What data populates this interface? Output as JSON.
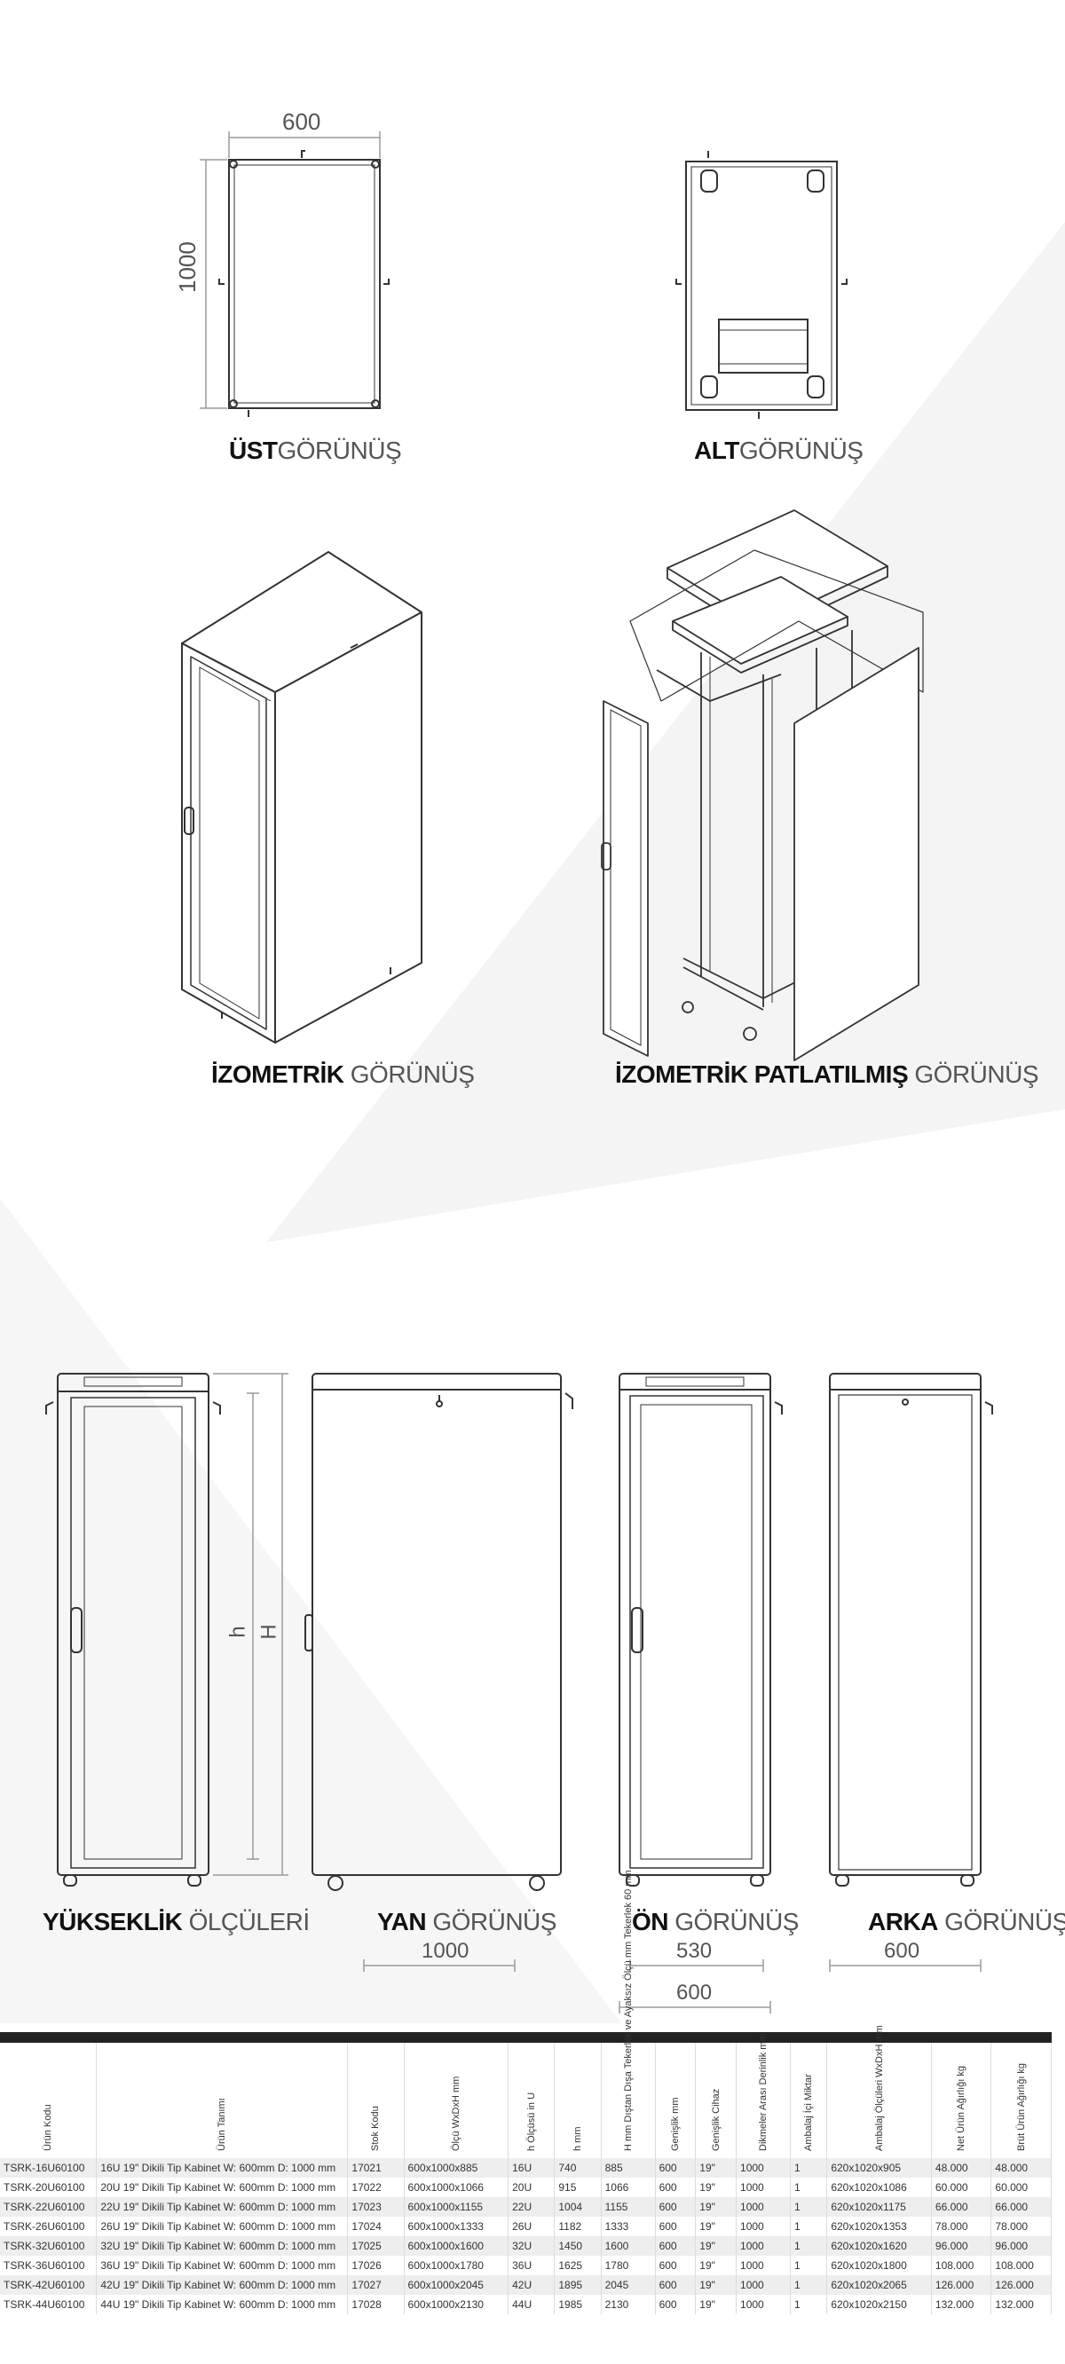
{
  "top_views": {
    "ust": {
      "bold": "ÜST",
      "light": "GÖRÜNÜŞ",
      "width_dim": "600",
      "depth_dim": "1000"
    },
    "alt": {
      "bold": "ALT",
      "light": "GÖRÜNÜŞ"
    }
  },
  "iso_views": {
    "izometrik": {
      "bold": "İZOMETRİK",
      "light": "GÖRÜNÜŞ"
    },
    "patlatilmis": {
      "bold": "İZOMETRİK PATLATILMIŞ",
      "light": "GÖRÜNÜŞ"
    }
  },
  "elevation_views": {
    "yukseklik": {
      "bold": "YÜKSEKLİK",
      "light": "ÖLÇÜLERİ",
      "h_label": "h",
      "H_label": "H"
    },
    "yan": {
      "bold": "YAN",
      "light": "GÖRÜNÜŞ",
      "dim": "1000"
    },
    "on": {
      "bold": "ÖN",
      "light": "GÖRÜNÜŞ",
      "dim_inner": "530",
      "dim_outer": "600"
    },
    "arka": {
      "bold": "ARKA",
      "light": "GÖRÜNÜŞ",
      "dim": "600"
    }
  },
  "table": {
    "headers": [
      "Ürün Kodu",
      "Ürün Tanımı",
      "Stok Kodu",
      "Ölçü WxDxH mm",
      "h Ölçüsü in U",
      "h mm",
      "H mm Dıştan Dışa Tekerlek ve Ayaksız Ölçü mm Tekerlek 60 mm",
      "Genişlik mm",
      "Genişlik Cihaz",
      "Dikmeler Arası Derinlik mm",
      "Ambalaj İçi Miktar",
      "Ambalaj Ölçüleri WxDxH mm",
      "Net Ürün Ağırlığı kg",
      "Brüt Ürün Ağırlığı kg"
    ],
    "rows": [
      [
        "TSRK-16U60100",
        "16U 19\" Dikili Tip Kabinet W: 600mm D: 1000 mm",
        "17021",
        "600x1000x885",
        "16U",
        "740",
        "885",
        "600",
        "19\"",
        "1000",
        "1",
        "620x1020x905",
        "48.000",
        "48.000"
      ],
      [
        "TSRK-20U60100",
        "20U 19\" Dikili Tip Kabinet W: 600mm D: 1000 mm",
        "17022",
        "600x1000x1066",
        "20U",
        "915",
        "1066",
        "600",
        "19\"",
        "1000",
        "1",
        "620x1020x1086",
        "60.000",
        "60.000"
      ],
      [
        "TSRK-22U60100",
        "22U 19\" Dikili Tip Kabinet W: 600mm D: 1000 mm",
        "17023",
        "600x1000x1155",
        "22U",
        "1004",
        "1155",
        "600",
        "19\"",
        "1000",
        "1",
        "620x1020x1175",
        "66.000",
        "66.000"
      ],
      [
        "TSRK-26U60100",
        "26U 19\" Dikili Tip Kabinet W: 600mm D: 1000 mm",
        "17024",
        "600x1000x1333",
        "26U",
        "1182",
        "1333",
        "600",
        "19\"",
        "1000",
        "1",
        "620x1020x1353",
        "78.000",
        "78.000"
      ],
      [
        "TSRK-32U60100",
        "32U 19\" Dikili Tip Kabinet W: 600mm D: 1000 mm",
        "17025",
        "600x1000x1600",
        "32U",
        "1450",
        "1600",
        "600",
        "19\"",
        "1000",
        "1",
        "620x1020x1620",
        "96.000",
        "96.000"
      ],
      [
        "TSRK-36U60100",
        "36U 19\" Dikili Tip Kabinet W: 600mm D: 1000 mm",
        "17026",
        "600x1000x1780",
        "36U",
        "1625",
        "1780",
        "600",
        "19\"",
        "1000",
        "1",
        "620x1020x1800",
        "108.000",
        "108.000"
      ],
      [
        "TSRK-42U60100",
        "42U 19\" Dikili Tip Kabinet W: 600mm D: 1000 mm",
        "17027",
        "600x1000x2045",
        "42U",
        "1895",
        "2045",
        "600",
        "19\"",
        "1000",
        "1",
        "620x1020x2065",
        "126.000",
        "126.000"
      ],
      [
        "TSRK-44U60100",
        "44U 19\" Dikili Tip Kabinet W: 600mm D: 1000 mm",
        "17028",
        "600x1000x2130",
        "44U",
        "1985",
        "2130",
        "600",
        "19\"",
        "1000",
        "1",
        "620x1020x2150",
        "132.000",
        "132.000"
      ]
    ]
  },
  "colors": {
    "line": "#333333",
    "dim": "#9a9a9a",
    "bg_shape": "#f4f4f4",
    "table_bar": "#222222",
    "row_alt": "#eeeeee"
  }
}
